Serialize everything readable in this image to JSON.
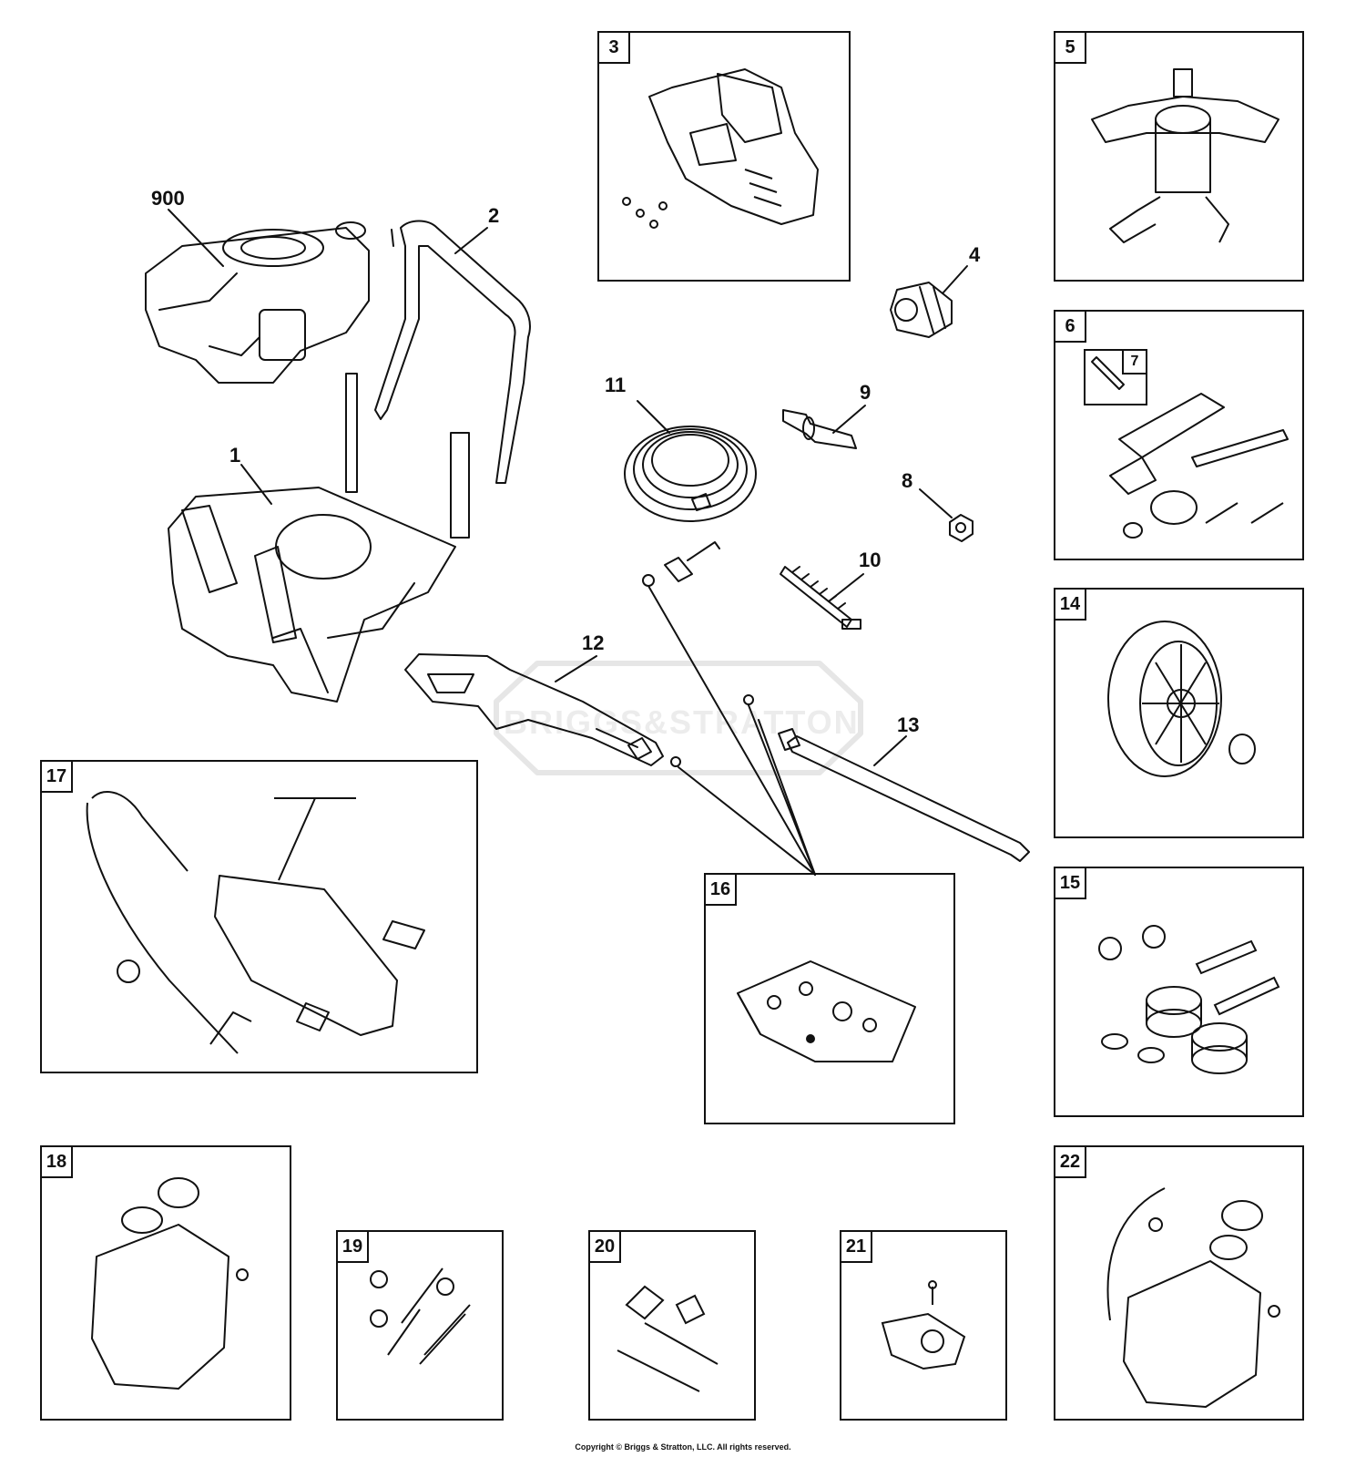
{
  "watermark": "BRIGGS&STRATTON",
  "copyright": "Copyright © Briggs & Stratton, LLC. All rights reserved.",
  "callouts": {
    "c900": "900",
    "c1": "1",
    "c2": "2",
    "c4": "4",
    "c8": "8",
    "c9": "9",
    "c10": "10",
    "c11": "11",
    "c12": "12",
    "c13": "13"
  },
  "boxes": {
    "b3": "3",
    "b5": "5",
    "b6": "6",
    "b7": "7",
    "b14": "14",
    "b15": "15",
    "b16": "16",
    "b17": "17",
    "b18": "18",
    "b19": "19",
    "b20": "20",
    "b21": "21",
    "b22": "22"
  }
}
